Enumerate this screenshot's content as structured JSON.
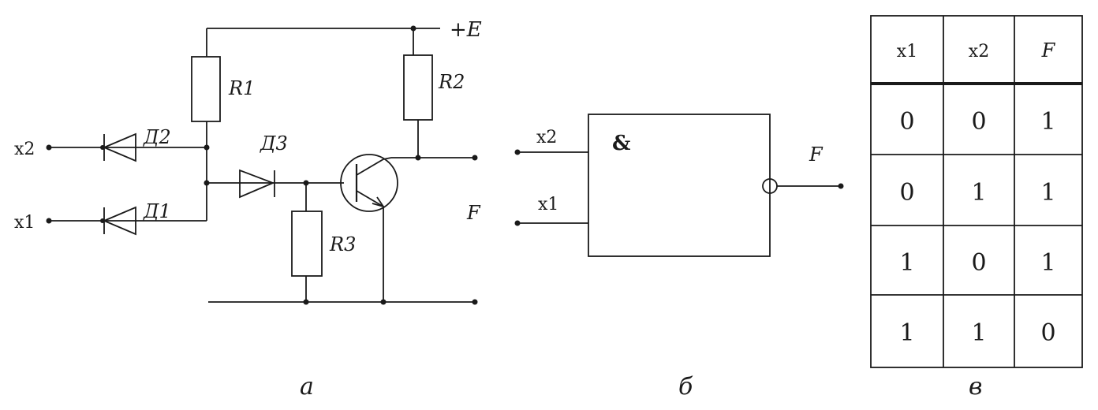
{
  "circuit": {
    "supply_label": "+E",
    "resistors": [
      "R1",
      "R2",
      "R3"
    ],
    "diodes": [
      "Д2",
      "Д1",
      "Д3"
    ],
    "inputs": [
      "x2",
      "x1"
    ],
    "output_label": "F",
    "caption": "а"
  },
  "gate": {
    "symbol": "&",
    "inputs": [
      "x2",
      "x1"
    ],
    "output_label": "F",
    "caption": "б"
  },
  "truth_table": {
    "headers": [
      "x1",
      "x2",
      "F"
    ],
    "rows": [
      [
        "0",
        "0",
        "1"
      ],
      [
        "0",
        "1",
        "1"
      ],
      [
        "1",
        "0",
        "1"
      ],
      [
        "1",
        "1",
        "0"
      ]
    ],
    "caption": "в"
  }
}
